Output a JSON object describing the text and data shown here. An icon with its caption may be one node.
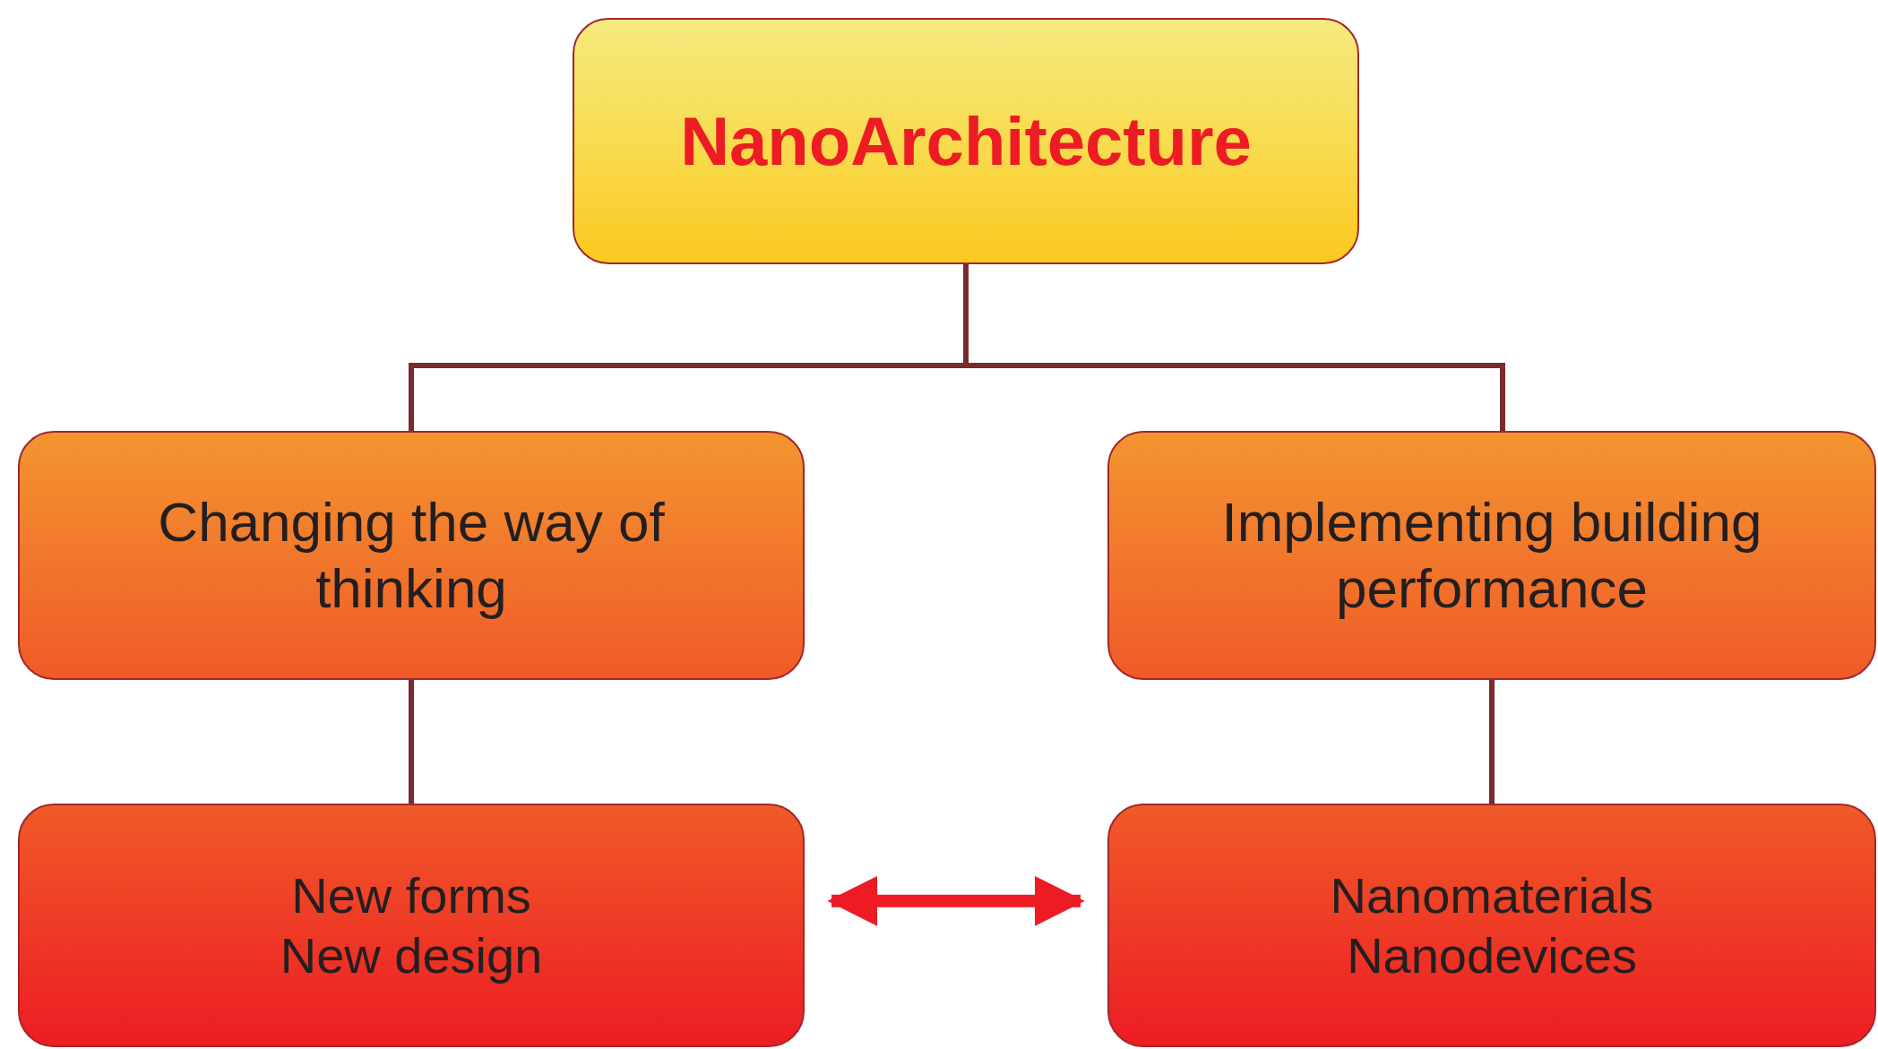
{
  "diagram": {
    "nodes": [
      {
        "text": [
          "NanoArchitecture"
        ]
      },
      {
        "text": [
          "Changing the way of thinking"
        ]
      },
      {
        "text": [
          "Implementing building performance"
        ]
      },
      {
        "text": [
          "New forms New design"
        ]
      },
      {
        "text": [
          "Nanomaterials Nanodevices"
        ]
      }
    ],
    "edges": [
      {
        "from": 0,
        "to": 1,
        "arrow": "none"
      },
      {
        "from": 0,
        "to": 2,
        "arrow": "none"
      },
      {
        "from": 1,
        "to": 3,
        "arrow": "none"
      },
      {
        "from": 2,
        "to": 4,
        "arrow": "none"
      },
      {
        "from": 3,
        "to": 4,
        "arrow": "both",
        "style": "thick",
        "color": "#ed1c24"
      }
    ]
  }
}
